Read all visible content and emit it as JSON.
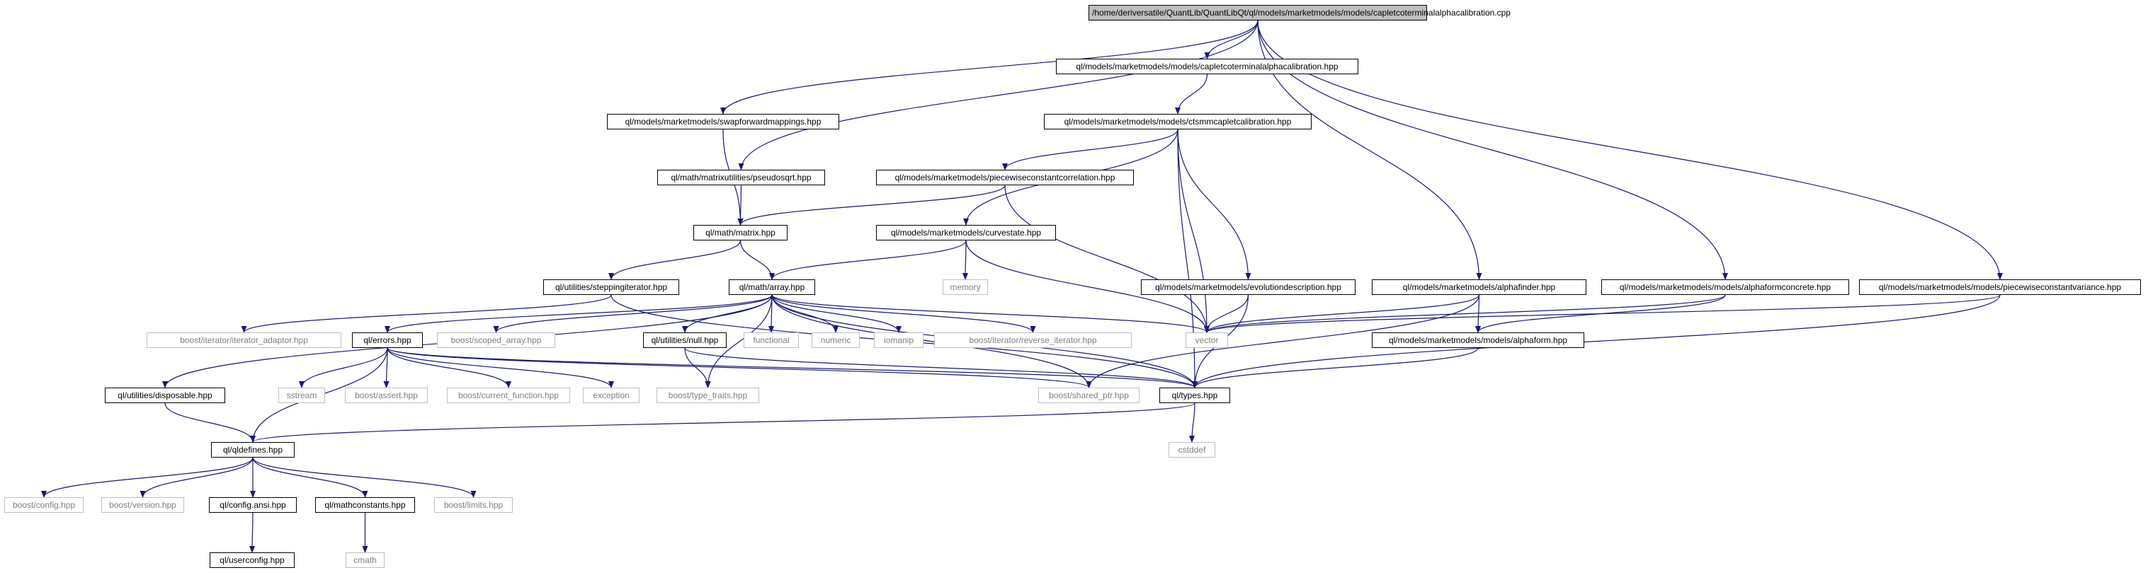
{
  "colors": {
    "edge": "#191970",
    "root_fill": "#bfbfbf",
    "node_border": "#000000",
    "ext_border": "#bfbfbf",
    "ext_text": "#7f7f7f"
  },
  "nodes": {
    "root": "/home/deriversatile/QuantLib/QuantLibQt/ql/models/marketmodels/models/capletcoterminalalphacalibration.cpp",
    "capletcalib_hpp": "ql/models/marketmodels/models/capletcoterminalalphacalibration.hpp",
    "ctsmm": "ql/models/marketmodels/models/ctsmmcapletcalibration.hpp",
    "swapfwd": "ql/models/marketmodels/swapforwardmappings.hpp",
    "pseudosqrt": "ql/math/matrixutilities/pseudosqrt.hpp",
    "pwcorr": "ql/models/marketmodels/piecewiseconstantcorrelation.hpp",
    "matrix": "ql/math/matrix.hpp",
    "curvestate": "ql/models/marketmodels/curvestate.hpp",
    "stepiter": "ql/utilities/steppingiterator.hpp",
    "array": "ql/math/array.hpp",
    "memory": "memory",
    "evodesc": "ql/models/marketmodels/evolutiondescription.hpp",
    "alphafinder": "ql/models/marketmodels/alphafinder.hpp",
    "alphaformconcrete": "ql/models/marketmodels/models/alphaformconcrete.hpp",
    "pwvariance": "ql/models/marketmodels/models/piecewiseconstantvariance.hpp",
    "iter_adaptor": "boost/iterator/iterator_adaptor.hpp",
    "errors": "ql/errors.hpp",
    "scoped_array": "boost/scoped_array.hpp",
    "null": "ql/utilities/null.hpp",
    "functional": "functional",
    "numeric": "numeric",
    "iomanip": "iomanip",
    "rev_iter": "boost/iterator/reverse_iterator.hpp",
    "vector": "vector",
    "alphaform": "ql/models/marketmodels/models/alphaform.hpp",
    "disposable": "ql/utilities/disposable.hpp",
    "sstream": "sstream",
    "assert": "boost/assert.hpp",
    "current_function": "boost/current_function.hpp",
    "exception": "exception",
    "type_traits": "boost/type_traits.hpp",
    "shared_ptr": "boost/shared_ptr.hpp",
    "types": "ql/types.hpp",
    "cstddef": "cstddef",
    "qldefines": "ql/qldefines.hpp",
    "config": "boost/config.hpp",
    "version": "boost/version.hpp",
    "config_ansi": "ql/config.ansi.hpp",
    "mathconstants": "ql/mathconstants.hpp",
    "limits": "boost/limits.hpp",
    "userconfig": "ql/userconfig.hpp",
    "cmath": "cmath"
  },
  "edges": [
    [
      "root",
      "capletcalib_hpp"
    ],
    [
      "root",
      "swapfwd"
    ],
    [
      "root",
      "pseudosqrt"
    ],
    [
      "root",
      "alphafinder"
    ],
    [
      "root",
      "alphaformconcrete"
    ],
    [
      "root",
      "pwvariance"
    ],
    [
      "capletcalib_hpp",
      "ctsmm"
    ],
    [
      "ctsmm",
      "pwcorr"
    ],
    [
      "ctsmm",
      "curvestate"
    ],
    [
      "ctsmm",
      "evodesc"
    ],
    [
      "ctsmm",
      "vector"
    ],
    [
      "ctsmm",
      "types"
    ],
    [
      "swapfwd",
      "matrix"
    ],
    [
      "pseudosqrt",
      "matrix"
    ],
    [
      "pwcorr",
      "matrix"
    ],
    [
      "pwcorr",
      "vector"
    ],
    [
      "matrix",
      "stepiter"
    ],
    [
      "matrix",
      "array"
    ],
    [
      "curvestate",
      "array"
    ],
    [
      "curvestate",
      "memory"
    ],
    [
      "curvestate",
      "vector"
    ],
    [
      "stepiter",
      "iter_adaptor"
    ],
    [
      "stepiter",
      "types"
    ],
    [
      "array",
      "errors"
    ],
    [
      "array",
      "scoped_array"
    ],
    [
      "array",
      "null"
    ],
    [
      "array",
      "functional"
    ],
    [
      "array",
      "numeric"
    ],
    [
      "array",
      "iomanip"
    ],
    [
      "array",
      "rev_iter"
    ],
    [
      "array",
      "vector"
    ],
    [
      "array",
      "disposable"
    ],
    [
      "array",
      "type_traits"
    ],
    [
      "array",
      "shared_ptr"
    ],
    [
      "array",
      "types"
    ],
    [
      "evodesc",
      "vector"
    ],
    [
      "evodesc",
      "types"
    ],
    [
      "alphafinder",
      "vector"
    ],
    [
      "alphafinder",
      "alphaform"
    ],
    [
      "alphafinder",
      "shared_ptr"
    ],
    [
      "alphaformconcrete",
      "alphaform"
    ],
    [
      "alphaformconcrete",
      "vector"
    ],
    [
      "pwvariance",
      "vector"
    ],
    [
      "pwvariance",
      "types"
    ],
    [
      "alphaform",
      "types"
    ],
    [
      "errors",
      "qldefines"
    ],
    [
      "errors",
      "sstream"
    ],
    [
      "errors",
      "assert"
    ],
    [
      "errors",
      "current_function"
    ],
    [
      "errors",
      "exception"
    ],
    [
      "errors",
      "shared_ptr"
    ],
    [
      "errors",
      "types"
    ],
    [
      "null",
      "type_traits"
    ],
    [
      "null",
      "types"
    ],
    [
      "disposable",
      "qldefines"
    ],
    [
      "types",
      "qldefines"
    ],
    [
      "types",
      "cstddef"
    ],
    [
      "qldefines",
      "config"
    ],
    [
      "qldefines",
      "version"
    ],
    [
      "qldefines",
      "config_ansi"
    ],
    [
      "qldefines",
      "mathconstants"
    ],
    [
      "qldefines",
      "limits"
    ],
    [
      "config_ansi",
      "userconfig"
    ],
    [
      "mathconstants",
      "cmath"
    ]
  ]
}
